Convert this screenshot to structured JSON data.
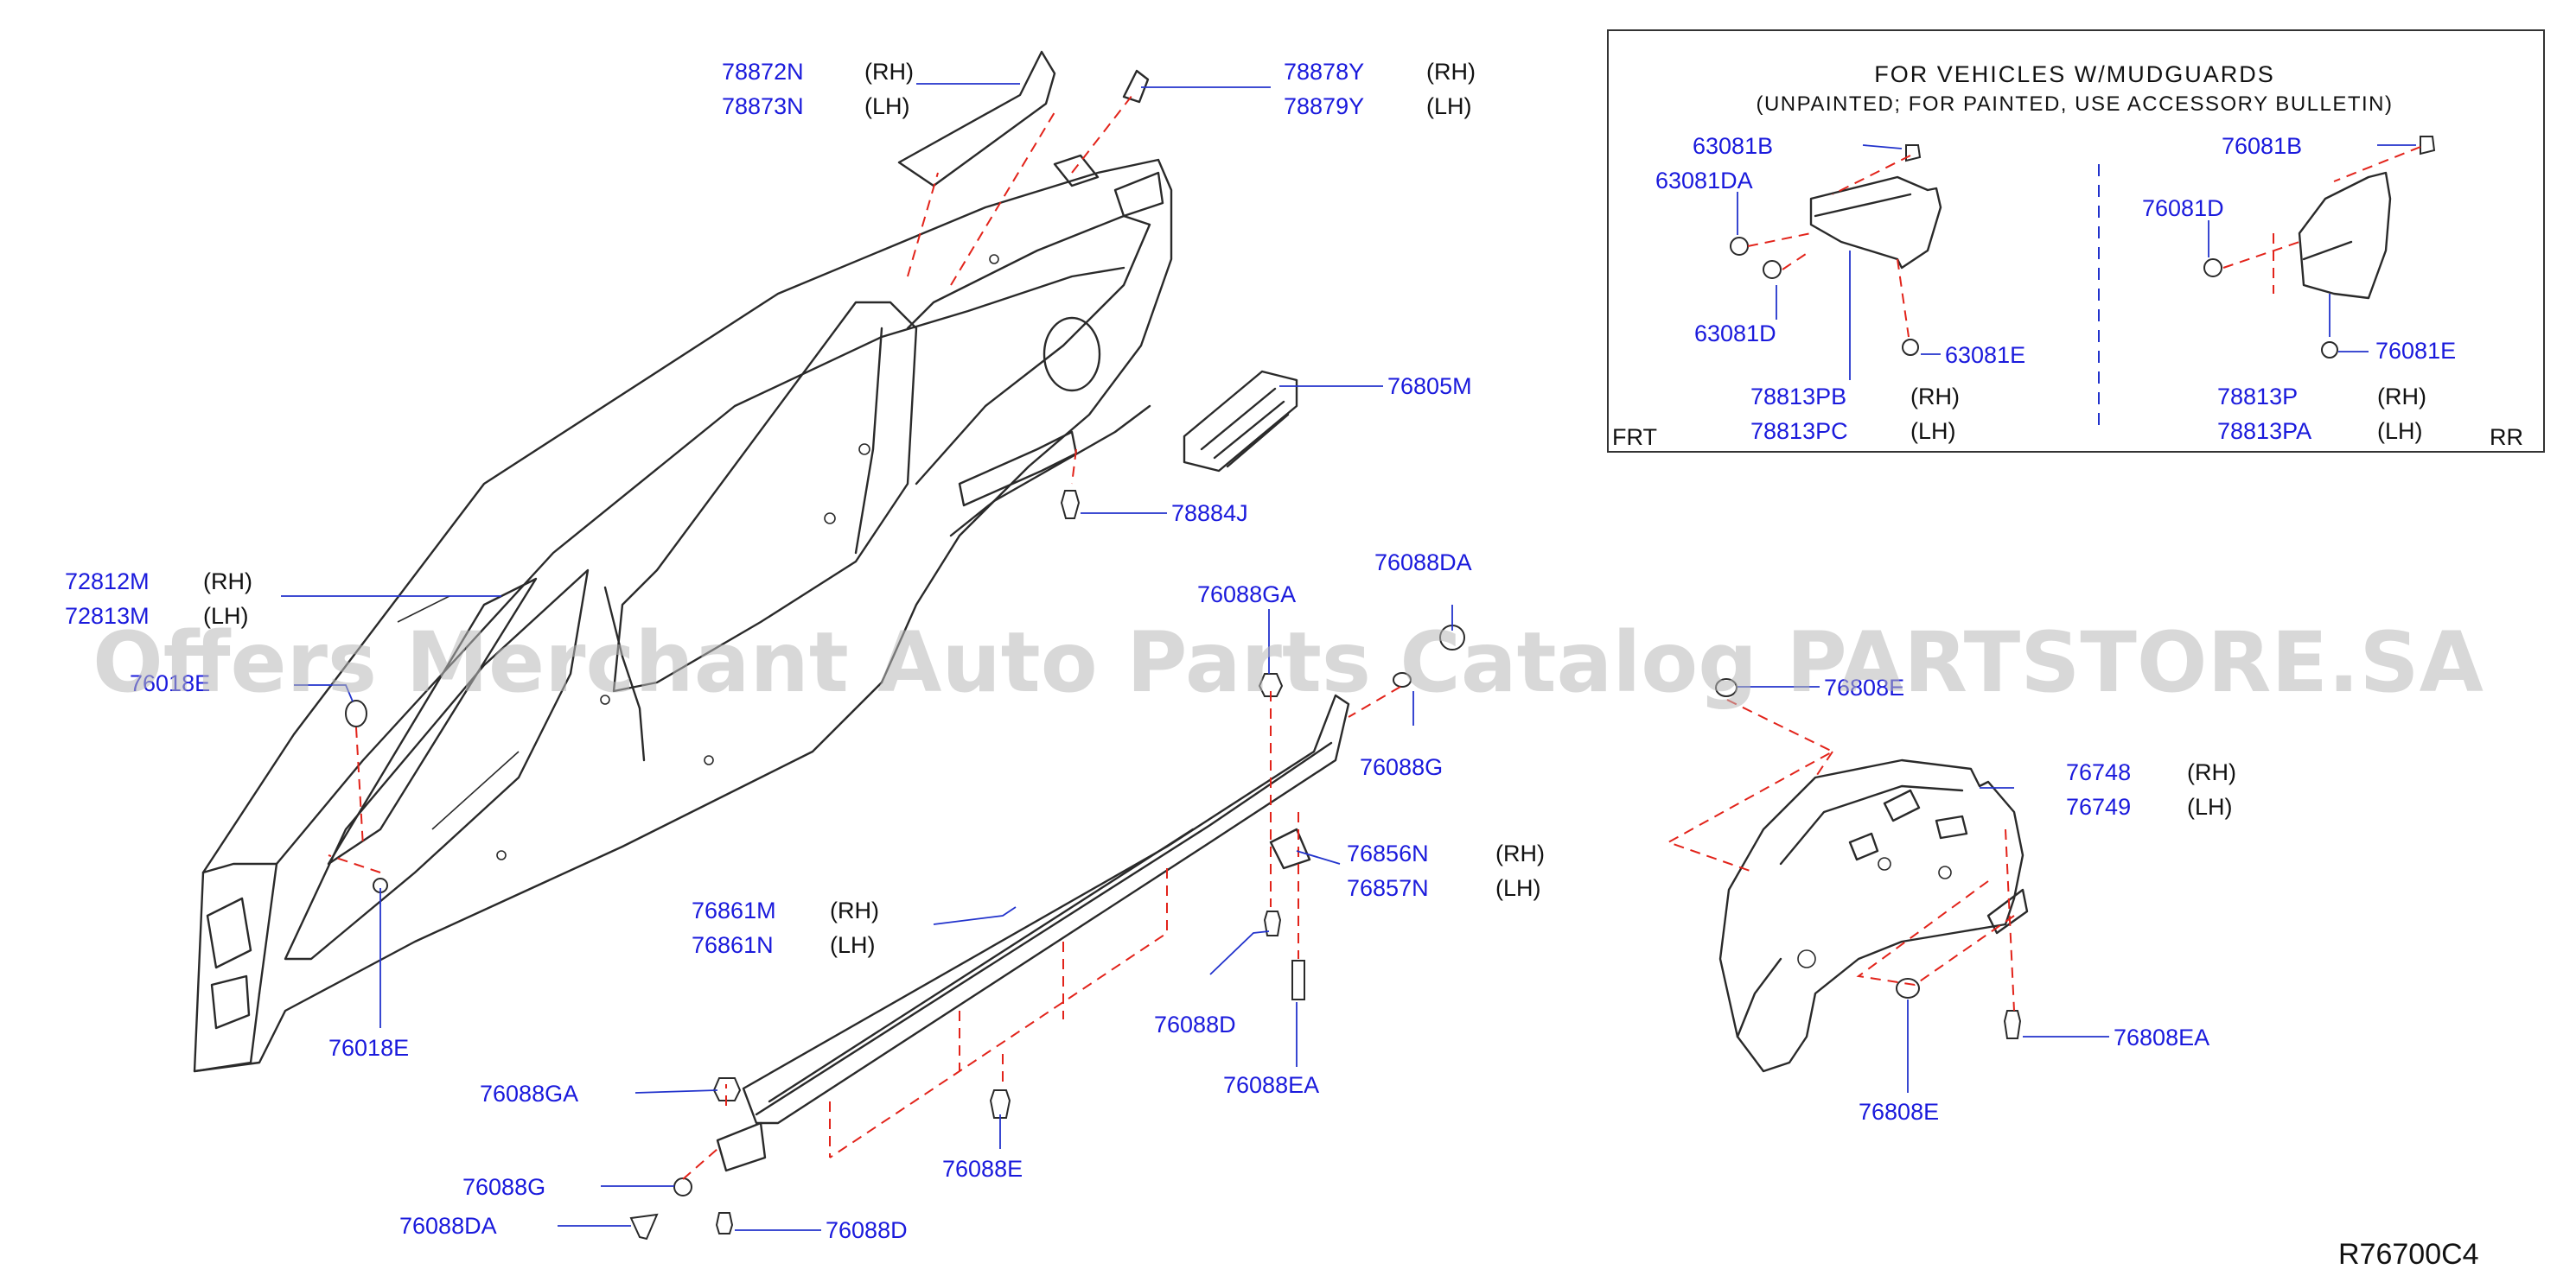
{
  "watermark": "Offers Merchant Auto Parts Catalog PARTSTORE.SA",
  "diagram_code": "R76700C4",
  "inset": {
    "title": "FOR  VEHICLES  W/MUDGUARDS",
    "subtitle": "(UNPAINTED;  FOR  PAINTED,  USE  ACCESSORY  BULLETIN)",
    "frt": "FRT",
    "rr": "RR",
    "labels": {
      "p63081b": "63081B",
      "p63081da": "63081DA",
      "p63081d": "63081D",
      "p63081e": "63081E",
      "p78813pb": "78813PB",
      "p78813pc": "78813PC",
      "p76081b": "76081B",
      "p76081d": "76081D",
      "p76081e": "76081E",
      "p78813p": "78813P",
      "p78813pa": "78813PA"
    }
  },
  "sides": {
    "rh": "(RH)",
    "lh": "(LH)"
  },
  "labels": {
    "p78872n": "78872N",
    "p78873n": "78873N",
    "p78878y": "78878Y",
    "p78879y": "78879Y",
    "p76805m": "76805M",
    "p78884j": "78884J",
    "p72812m": "72812M",
    "p72813m": "72813M",
    "p76018e_top": "76018E",
    "p76018e": "76018E",
    "p76088ga_top": "76088GA",
    "p76088da_top": "76088DA",
    "p76088g_top": "76088G",
    "p76856n": "76856N",
    "p76857n": "76857N",
    "p76861m": "76861M",
    "p76861n": "76861N",
    "p76088d_mid": "76088D",
    "p76088ea": "76088EA",
    "p76088ga_bot": "76088GA",
    "p76088e": "76088E",
    "p76088g_bot": "76088G",
    "p76088da_bot": "76088DA",
    "p76088d_bot": "76088D",
    "p76808e_top": "76808E",
    "p76748": "76748",
    "p76749": "76749",
    "p76808ea": "76808EA",
    "p76808e_bot": "76808E"
  }
}
